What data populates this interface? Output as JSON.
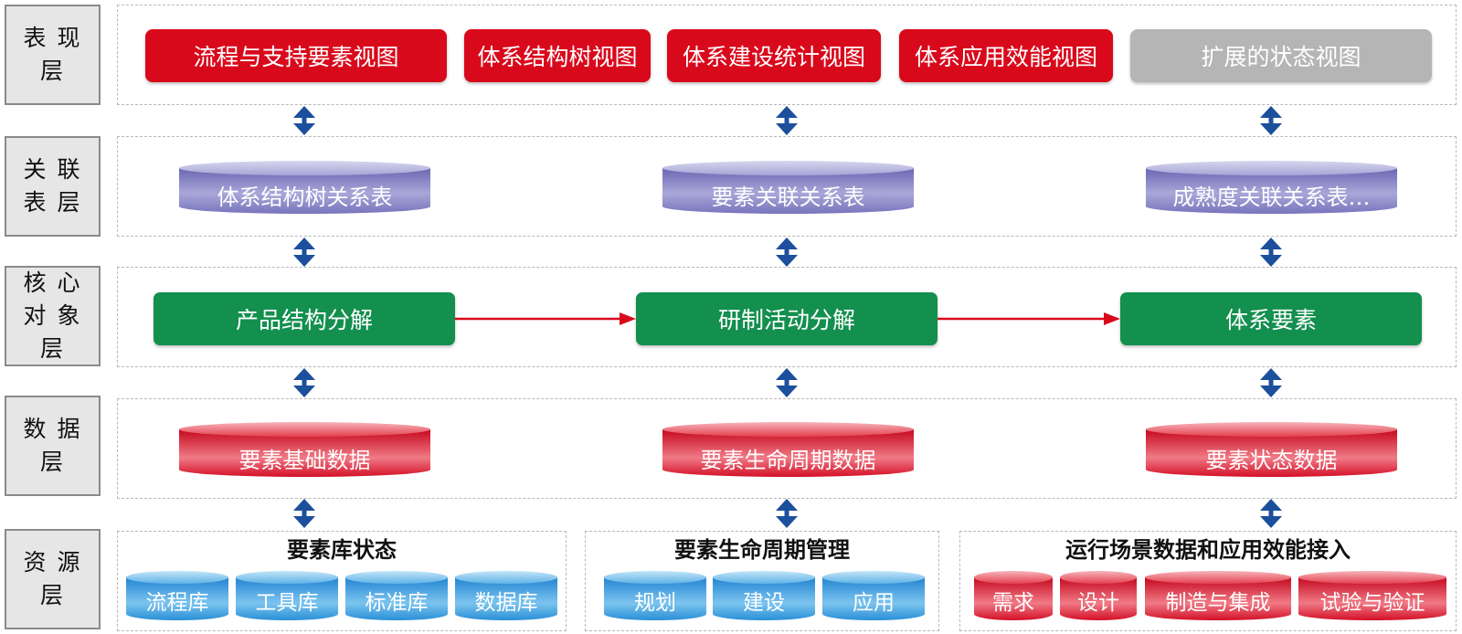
{
  "layers": [
    {
      "id": "presentation",
      "label": [
        "表 现",
        "层"
      ]
    },
    {
      "id": "association",
      "label": [
        "关 联",
        "表 层"
      ]
    },
    {
      "id": "core",
      "label": [
        "核 心",
        "对 象",
        "层"
      ]
    },
    {
      "id": "data",
      "label": [
        "数 据",
        "层"
      ]
    },
    {
      "id": "resource",
      "label": [
        "资 源",
        "层"
      ]
    }
  ],
  "views": [
    {
      "label": "流程与支持要素视图",
      "state": "active"
    },
    {
      "label": "体系结构树视图",
      "state": "active"
    },
    {
      "label": "体系建设统计视图",
      "state": "active"
    },
    {
      "label": "体系应用效能视图",
      "state": "active"
    },
    {
      "label": "扩展的状态视图",
      "state": "extension"
    }
  ],
  "relation_tables": [
    "体系结构树关系表",
    "要素关联关系表",
    "成熟度关联关系表…"
  ],
  "core_objects": [
    "产品结构分解",
    "研制活动分解",
    "体系要素"
  ],
  "data_stores": [
    "要素基础数据",
    "要素生命周期数据",
    "要素状态数据"
  ],
  "resource_groups": [
    {
      "title": "要素库状态",
      "items": [
        "流程库",
        "工具库",
        "标准库",
        "数据库"
      ]
    },
    {
      "title": "要素生命周期管理",
      "items": [
        "规划",
        "建设",
        "应用"
      ]
    },
    {
      "title": "运行场景数据和应用效能接入",
      "items": [
        "需求",
        "设计",
        "制造与集成",
        "试验与验证"
      ]
    }
  ],
  "colors": {
    "view_red": "#d9091c",
    "view_grey": "#b5b5b5",
    "core_green": "#138f4e",
    "relation_purple": "#8f8cc6",
    "data_red": "#d9132a",
    "resource_blue": "#2b8fd6",
    "resource_red": "#d8142c",
    "connector_blue": "#1c4f9c",
    "flow_arrow_red": "#d9091c"
  }
}
